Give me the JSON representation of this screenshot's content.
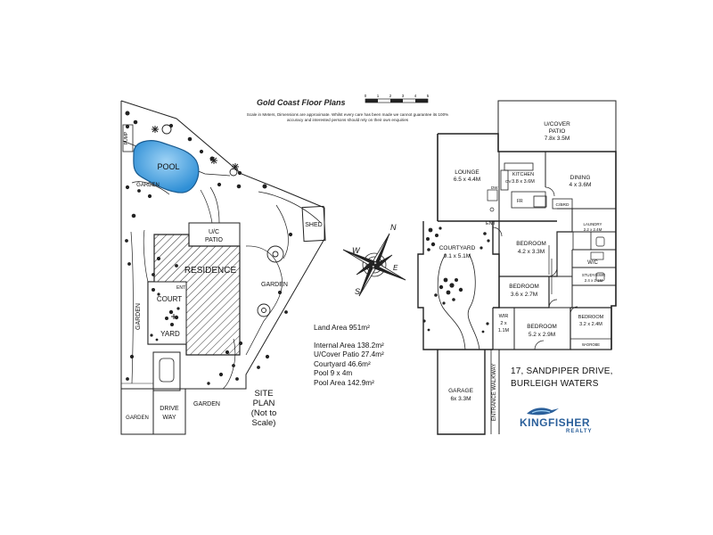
{
  "header": {
    "title": "Gold Coast Floor Plans",
    "disclaimer": "Scale in Meters, Dimensions are approximate. Whilst every care has been made we cannot guarantee its 100% accuracy and interested persons should rely on their own enquiries",
    "scale_ticks": [
      "0",
      "1",
      "2",
      "3",
      "4",
      "5"
    ]
  },
  "site_plan": {
    "pool": "POOL",
    "pump": "PUMP",
    "garden_pool": "GARDEN",
    "uc_patio_l1": "U/C",
    "uc_patio_l2": "PATIO",
    "shed": "SHED",
    "residence": "RESIDENCE",
    "garden_right": "GARDEN",
    "ent": "ENT",
    "court": "COURT",
    "yard": "YARD",
    "garden_left": "GARDEN",
    "garden_bottom_left": "GARDEN",
    "drive_l1": "DRIVE",
    "drive_l2": "WAY",
    "garden_bottom": "GARDEN",
    "label_l1": "SITE",
    "label_l2": "PLAN",
    "label_l3": "(Not to",
    "label_l4": "Scale)"
  },
  "stats": {
    "land_area": "Land Area 951m²",
    "internal_area": "Internal Area 138.2m²",
    "uc_patio": "U/Cover Patio 27.4m²",
    "courtyard": "Courtyard 46.6m²",
    "pool": "Pool 9 x 4m",
    "pool_area": "Pool Area 142.9m²"
  },
  "floor_plan": {
    "patio_l1": "U/COVER",
    "patio_l2": "PATIO",
    "patio_dim": "7.8x 3.5M",
    "lounge": "LOUNGE",
    "lounge_dim": "6.5 x 4.4M",
    "kitchen": "KITCHEN",
    "kitchen_dim": "3.8 x 3.6M",
    "dining": "DINING",
    "dining_dim": "4 x 3.6M",
    "cbrd": "C/BRD",
    "laundry": "LAUNDRY",
    "laundry_dim": "2.2 x 2.4M",
    "ent": "ENT",
    "courtyard": "COURTYARD",
    "courtyard_dim": "9.1 x 5.1M",
    "bed1": "BEDROOM",
    "bed1_dim": "4.2 x 3.3M",
    "wc": "W/C",
    "bed2": "BEDROOM",
    "bed2_dim": "3.6 x 2.7M",
    "study": "STUDY/SWR",
    "study_dim": "2.4 x 2.1M",
    "wir": "WIR",
    "wir_dim1": "2 x",
    "wir_dim2": "1.1M",
    "bed3": "BEDROOM",
    "bed3_dim": "5.2 x 2.9M",
    "bed4": "BEDROOM",
    "bed4_dim": "3.2 x 2.4M",
    "wdrobe": "W-DROBE",
    "garage": "GARAGE",
    "garage_dim": "6x 3.3M",
    "walkway": "ENTRANCE WALKWAY",
    "fr": "FR",
    "dw": "DW",
    "ov": "OV"
  },
  "address": {
    "line1": "17, SANDPIPER DRIVE,",
    "line2": "BURLEIGH WATERS"
  },
  "logo": {
    "name": "KINGFISHER",
    "sub": "REALTY"
  },
  "colors": {
    "line": "#222222",
    "pool_water": "#2f8fd6",
    "pool_light": "#9fd3f5",
    "brand": "#2a5f9a"
  }
}
